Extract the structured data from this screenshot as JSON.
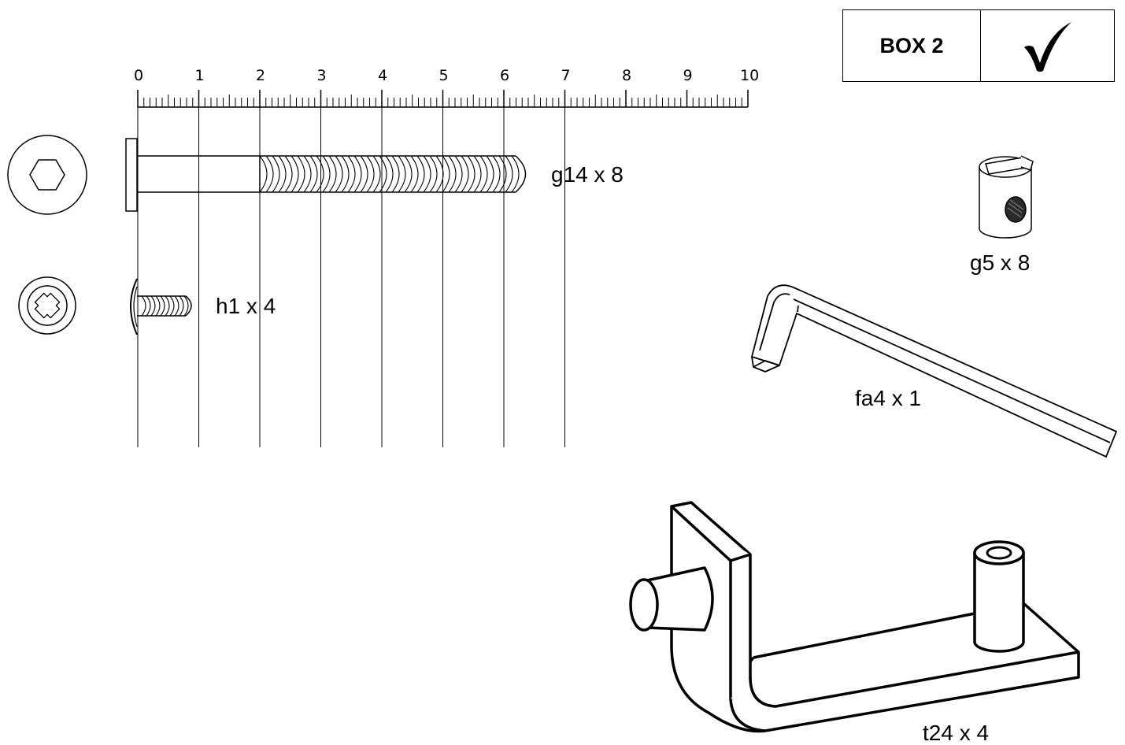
{
  "box": {
    "label": "BOX 2",
    "check_icon": "checkmark-icon"
  },
  "ruler": {
    "numbers": [
      "0",
      "1",
      "2",
      "3",
      "4",
      "5",
      "6",
      "7",
      "8",
      "9",
      "10"
    ],
    "range": [
      0,
      10
    ],
    "minor_per_unit": 10
  },
  "parts": [
    {
      "code": "g14 x 8",
      "icon": "long-hex-bolt-icon"
    },
    {
      "code": "h1 x 4",
      "icon": "short-phillips-screw-icon"
    },
    {
      "code": "g5 x 8",
      "icon": "barrel-nut-icon"
    },
    {
      "code": "fa4 x 1",
      "icon": "allen-key-icon"
    },
    {
      "code": "t24 x 4",
      "icon": "l-bracket-icon"
    }
  ],
  "colors": {
    "ink": "#000000",
    "paper": "#ffffff"
  }
}
